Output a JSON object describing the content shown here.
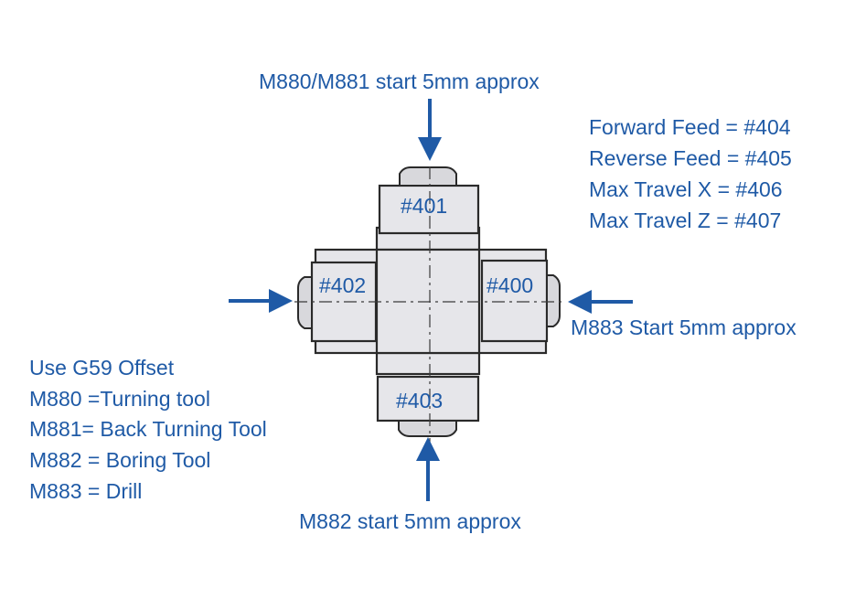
{
  "labels": {
    "top": "M880/M881 start 5mm approx",
    "right": "M883 Start 5mm approx",
    "bottom": "M882 start 5mm approx"
  },
  "tool_positions": {
    "top": "#401",
    "left": "#402",
    "right": "#400",
    "bottom": "#403"
  },
  "parameters": [
    "Forward Feed = #404",
    "Reverse Feed = #405",
    "Max Travel X = #406",
    "Max Travel Z = #407"
  ],
  "legend": [
    "Use G59 Offset",
    "M880 =Turning tool",
    "M881= Back Turning Tool",
    "M882 = Boring Tool",
    "M883 = Drill"
  ],
  "colors": {
    "text": "#1f5aa6",
    "arrow": "#1f5aa6",
    "part_fill": "#e6e6ea",
    "outline": "#2a2a2a"
  }
}
